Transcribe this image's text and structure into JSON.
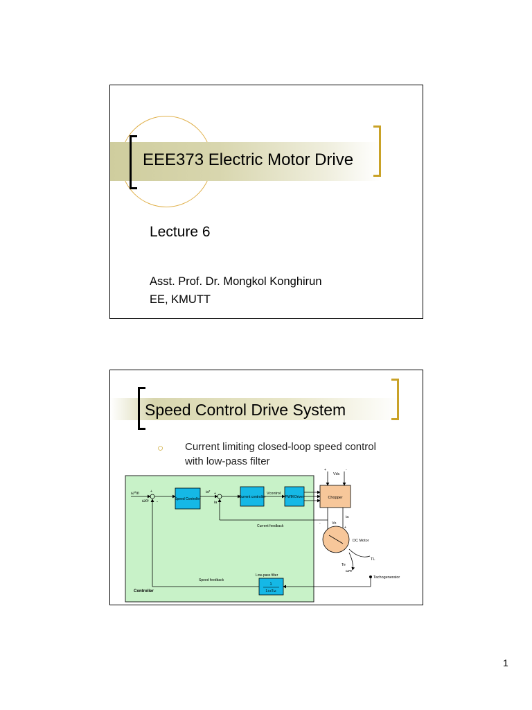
{
  "slide1": {
    "title": "EEE373 Electric Motor Drive",
    "subtitle": "Lecture 6",
    "author": "Asst. Prof. Dr. Mongkol Konghirun",
    "affiliation": "EE, KMUTT"
  },
  "slide2": {
    "title": "Speed Control Drive System",
    "bullet": "Current limiting closed-loop speed control with low-pass filter",
    "diagram": {
      "controller_label": "Controller",
      "speed_controller": "Speed Controller",
      "current_controller": "Current controller",
      "pwm_driver": "PWM Driver",
      "chopper": "Chopper",
      "dc_motor": "DC Motor",
      "tachogenerator": "Tachogenerator",
      "low_pass_filter": "Low-pass filter",
      "filter_num": "1",
      "filter_den": "1+sTω",
      "speed_feedback": "Speed feedback",
      "current_feedback": "Current feedback",
      "vcontrol": "Vcontrol",
      "vdc": "Vdc",
      "vo": "Vo",
      "ia": "ia",
      "ia_ref": "ia*",
      "ia_meas": "ia",
      "omega_ref": "ω*m",
      "omega_meas": "ωm",
      "te": "Te",
      "tl": "TL",
      "omega_m": "ωm"
    }
  },
  "page_number": "1",
  "colors": {
    "accent_gold": "#c9a227",
    "block_cyan": "#15b8e6",
    "chopper_fill": "#f7c79a",
    "controller_bg": "#c8f2c8"
  }
}
